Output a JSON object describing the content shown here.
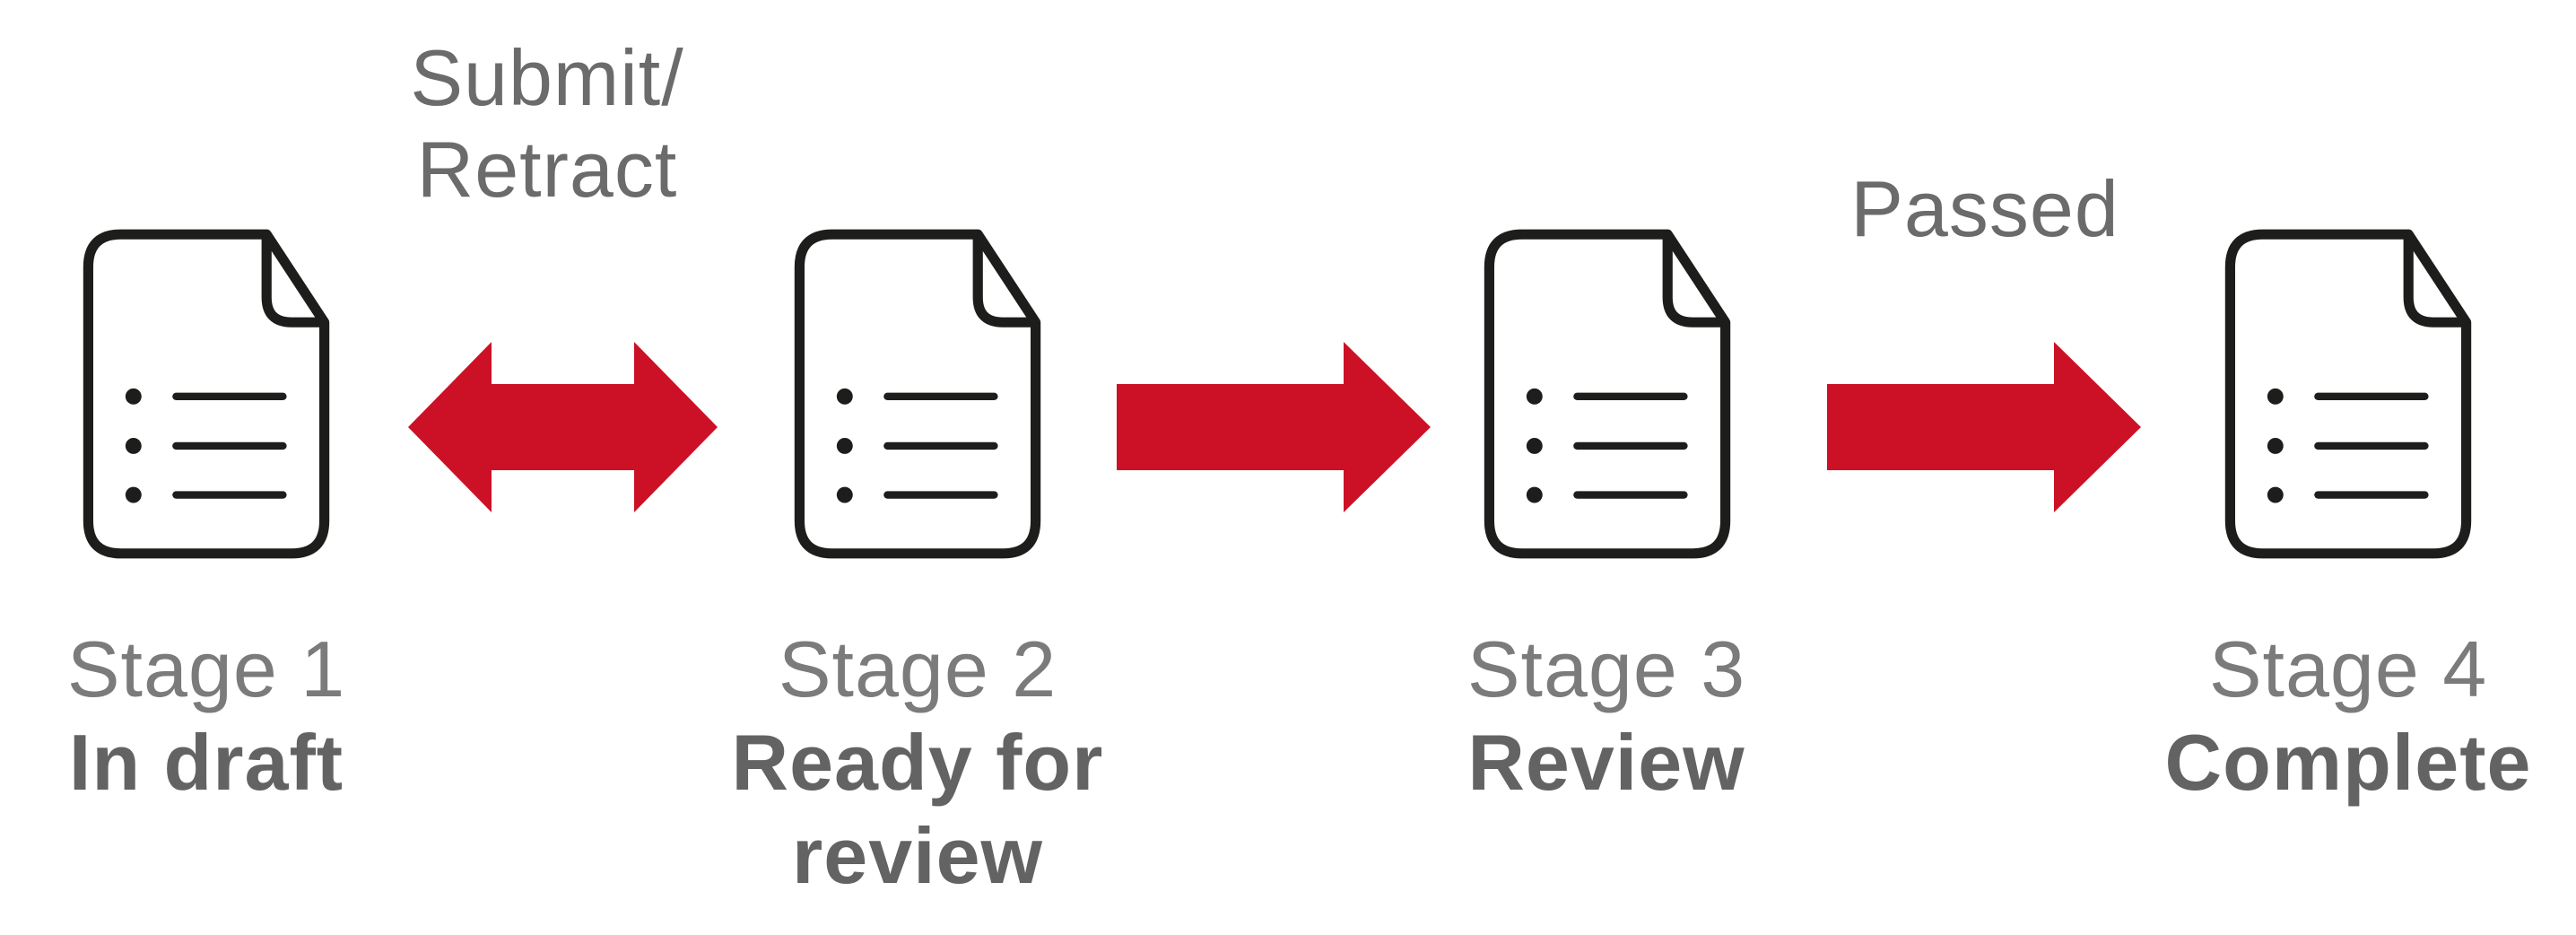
{
  "diagram": {
    "stages": [
      {
        "stage": "Stage 1",
        "status": "In draft"
      },
      {
        "stage": "Stage 2",
        "status": "Ready for\nreview"
      },
      {
        "stage": "Stage 3",
        "status": "Review"
      },
      {
        "stage": "Stage 4",
        "status": "Complete"
      }
    ],
    "transitions": [
      {
        "label": "Submit/\nRetract",
        "type": "double-arrow"
      },
      {
        "label": "",
        "type": "arrow"
      },
      {
        "label": "Passed",
        "type": "arrow"
      }
    ],
    "colors": {
      "arrow_red": "#cc1126",
      "icon_black": "#1d1d1b",
      "stage_gray": "#7b7b7b",
      "status_gray": "#636363",
      "transition_label_gray": "#6b6b6b",
      "background": "#ffffff"
    }
  }
}
